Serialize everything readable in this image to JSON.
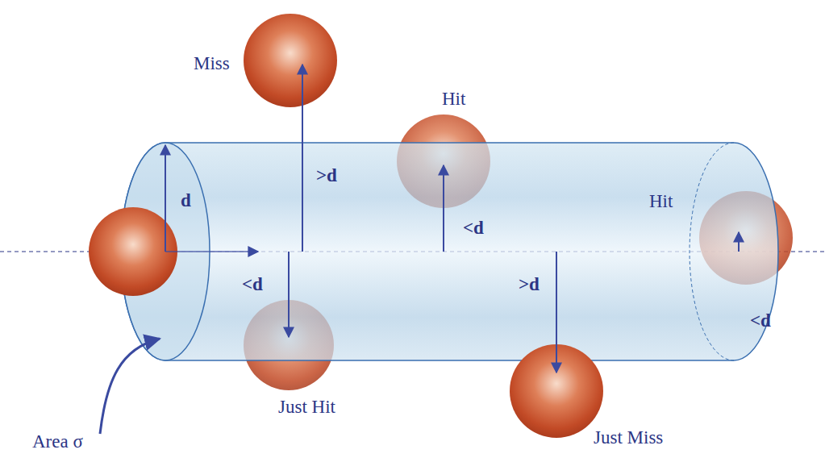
{
  "diagram": {
    "labels": [
      "Miss",
      "Hit",
      "d",
      ">d",
      "Hit",
      "<d",
      "<d",
      ">d",
      "<d",
      "Just Hit",
      "Just Miss",
      "Area σ"
    ]
  }
}
